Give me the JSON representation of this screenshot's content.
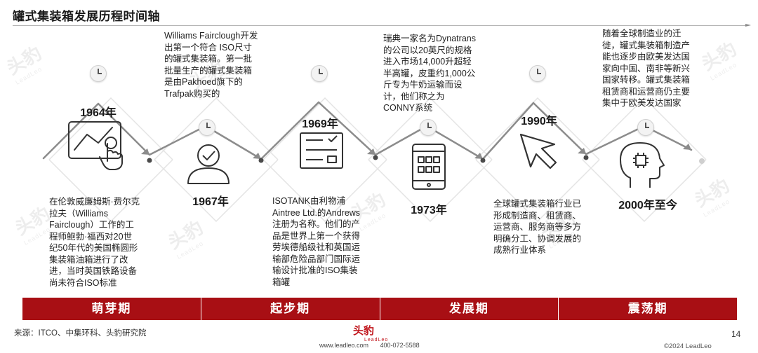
{
  "title": "罐式集装箱发展历程时间轴",
  "milestones": [
    {
      "year": "1964年",
      "text": "在伦敦威廉姆斯·费尔克拉夫（Williams Fairclough）工作的工程师鲍勃·福西对20世纪50年代的美国椭圆形集装箱油箱进行了改进，当时英国铁路设备尚未符合ISO标准",
      "icon": "touch-chart-icon"
    },
    {
      "year": "1967年",
      "text": "Williams Fairclough开发出第一个符合 ISO尺寸的罐式集装箱。第一批批量生产的罐式集装箱是由Pakhoed旗下的Trafpak购买的",
      "icon": "user-check-icon"
    },
    {
      "year": "1969年",
      "text": "ISOTANK由利物浦Aintree Ltd.的Andrews注册为名称。他们的产品是世界上第一个获得劳埃德船级社和英国运输部危险品部门国际运输设计批准的ISO集装箱罐",
      "icon": "checklist-icon"
    },
    {
      "year": "1973年",
      "text": "瑞典一家名为Dynatrans的公司以20英尺的规格进入市场14,000升超轻半高罐，皮重约1,000公斤专为牛奶运输而设计，他们称之为CONNY系统",
      "icon": "tablet-icon"
    },
    {
      "year": "1990年",
      "text": "全球罐式集装箱行业已形成制造商、租赁商、运营商、服务商等多方明确分工、协调发展的成熟行业体系",
      "icon": "cursor-icon"
    },
    {
      "year": "2000年至今",
      "text": "随着全球制造业的迁徙，罐式集装箱制造产能也逐步由欧美发达国家向中国、南非等新兴国家转移。罐式集装箱租赁商和运营商仍主要集中于欧美发达国家",
      "icon": "ai-head-icon"
    }
  ],
  "phases": [
    "萌芽期",
    "起步期",
    "发展期",
    "震荡期"
  ],
  "source": "来源：ITCO、中集环科、头豹研究院",
  "footer": {
    "logo": "头豹",
    "logo_sub": "LeadLeo",
    "website": "www.leadleo.com",
    "phone": "400-072-5588",
    "page": "14",
    "copyright": "©2024 LeadLeo"
  },
  "watermark": {
    "text": "头豹",
    "sub": "LeadLeo"
  }
}
